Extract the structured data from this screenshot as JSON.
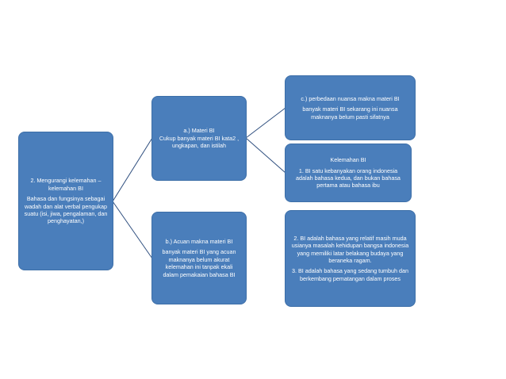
{
  "colors": {
    "box_fill": "#4a7ebb",
    "line": "#2f4f7f"
  },
  "main": {
    "title": "2. Mengurangi kelemahan –",
    "title2": "kelemahan  BI",
    "desc": "Bahasa dan fungsinya  sebagai wadah dan alat  verbal  pengukap suatu (isi, jiwa, pengalaman,  dan penghayatan,)"
  },
  "materi": {
    "title": "a.)  Materi BI",
    "desc": "Cukup banyak materi BI  kata2 , ungkapan,  dan istilah"
  },
  "acuan": {
    "title": "b.) Acuan makna materi  BI",
    "desc": "banyak materi BI yang acuan maknanya belum akurat kelemahan ini tanpak ekali dalam pemakaian bahasa  BI"
  },
  "nuansa": {
    "title": "c.) perbedaan nuansa makna materi  BI",
    "desc": "banyak materi BI sekarang ini nuansa maknanya belum pasti  sifatnya"
  },
  "kelemahan": {
    "title": "Kelemahan  BI",
    "item1": "1. BI satu kebanyakan orang  indonesia adalah bahasa kedua, dan bukan bahasa pertama atau bahasa ibu"
  },
  "relatif": {
    "item2": "2. BI adalah bahasa yang relatif  masih muda usianya masalah  kehidupan bangsa indonesia yang memiliki latar belakang  budaya yang beraneka ragam.",
    "item3": "3. BI adalah  bahasa yang sedang tumbuh dan berkembang  pematangan dalam proses"
  }
}
